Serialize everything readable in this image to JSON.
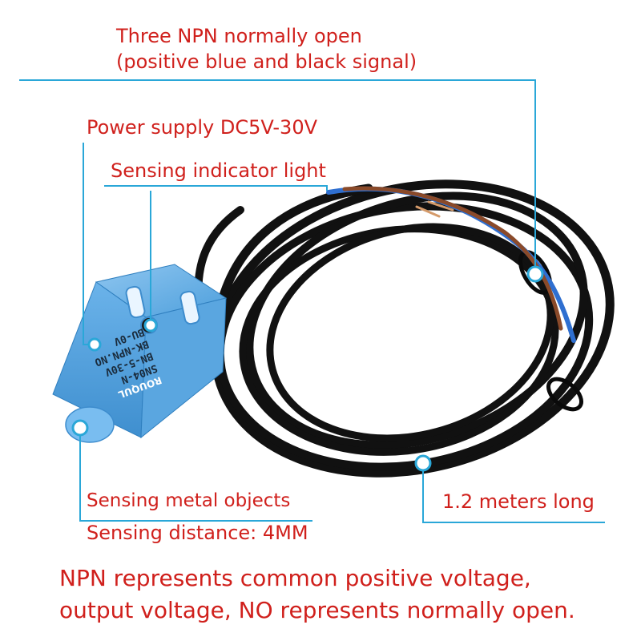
{
  "labels": {
    "output_type_line1": "Three NPN normally open",
    "output_type_line2": "(positive blue and black signal)",
    "power_supply": "Power supply DC5V-30V",
    "indicator_light": "Sensing indicator light",
    "sensing_objects": "Sensing metal objects",
    "sensing_distance": "Sensing distance: 4MM",
    "cable_length": "1.2 meters long",
    "footer_line1": "NPN represents common positive voltage,",
    "footer_line2": "output voltage, NO represents normally open."
  },
  "sensor_body": {
    "brand": "ROUQUL",
    "model": "SN04-N",
    "line3": "BN-5-30V",
    "line4": "BK-NPN.NO",
    "line5": "BU-0V",
    "color": "#62aee6"
  },
  "colors": {
    "annotation_text": "#d0201c",
    "callout_line": "#2aa7d8",
    "cable": "#111111",
    "wire_blue": "#2f6fd0",
    "wire_brown": "#8a4a2a"
  }
}
